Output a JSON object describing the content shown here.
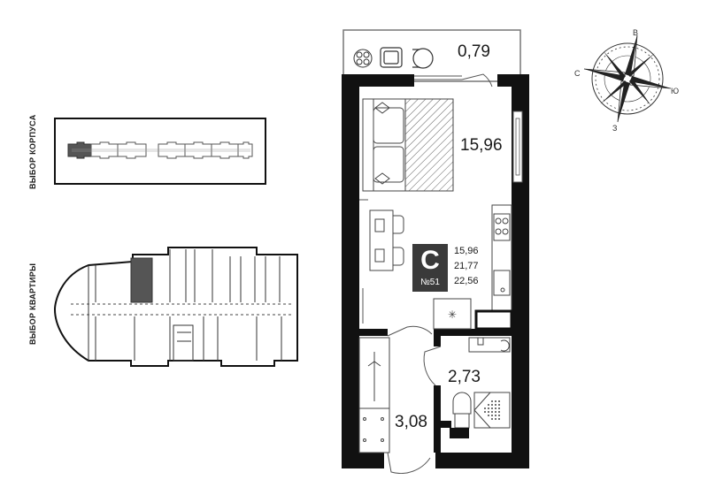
{
  "labels": {
    "select_building": "ВЫБОР КОРПУСА",
    "select_apartment": "ВЫБОР КВАРТИРЫ"
  },
  "apartment": {
    "type_letter": "С",
    "number": "№51",
    "areas": [
      "15,96",
      "21,77",
      "22,56"
    ]
  },
  "rooms": {
    "balcony": "0,79",
    "living_room": "15,96",
    "bathroom": "2,73",
    "hallway": "3,08"
  },
  "compass": {
    "north": "В",
    "east": "Ю",
    "south": "З",
    "west": "С"
  },
  "colors": {
    "wall": "#111111",
    "highlight": "#555555",
    "badge": "#3a3a3a",
    "line": "#444444"
  }
}
